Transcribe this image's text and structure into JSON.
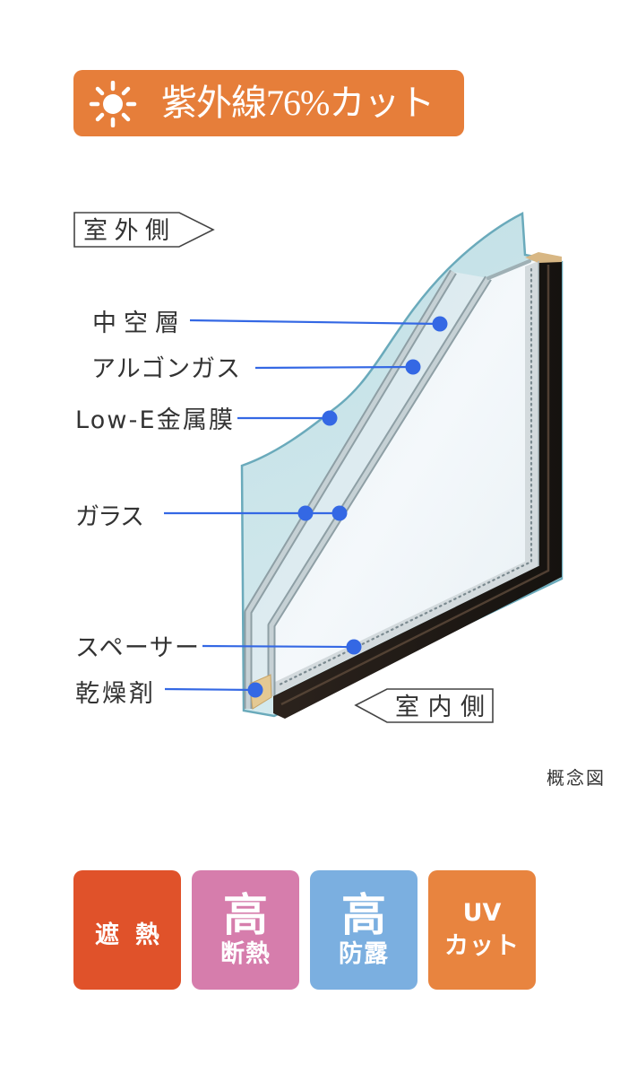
{
  "banner": {
    "icon": "sun-icon",
    "text": "紫外線76%カット",
    "color": "#E67E3A"
  },
  "diagram": {
    "outdoor_label": "室外側",
    "indoor_label": "室内側",
    "callouts": [
      "中空層",
      "アルゴンガス",
      "Low-E金属膜",
      "ガラス",
      "スペーサー",
      "乾燥剤"
    ],
    "callout_color": "#3468E4",
    "caption": "概念図"
  },
  "features": [
    {
      "label": "遮熱",
      "color": "#E0522A"
    },
    {
      "prefix": "高",
      "label": "断熱",
      "color": "#D67DAC"
    },
    {
      "prefix": "高",
      "label": "防露",
      "color": "#7BAFE0"
    },
    {
      "prefix": "UV",
      "label": "カット",
      "color": "#E8843F"
    }
  ]
}
